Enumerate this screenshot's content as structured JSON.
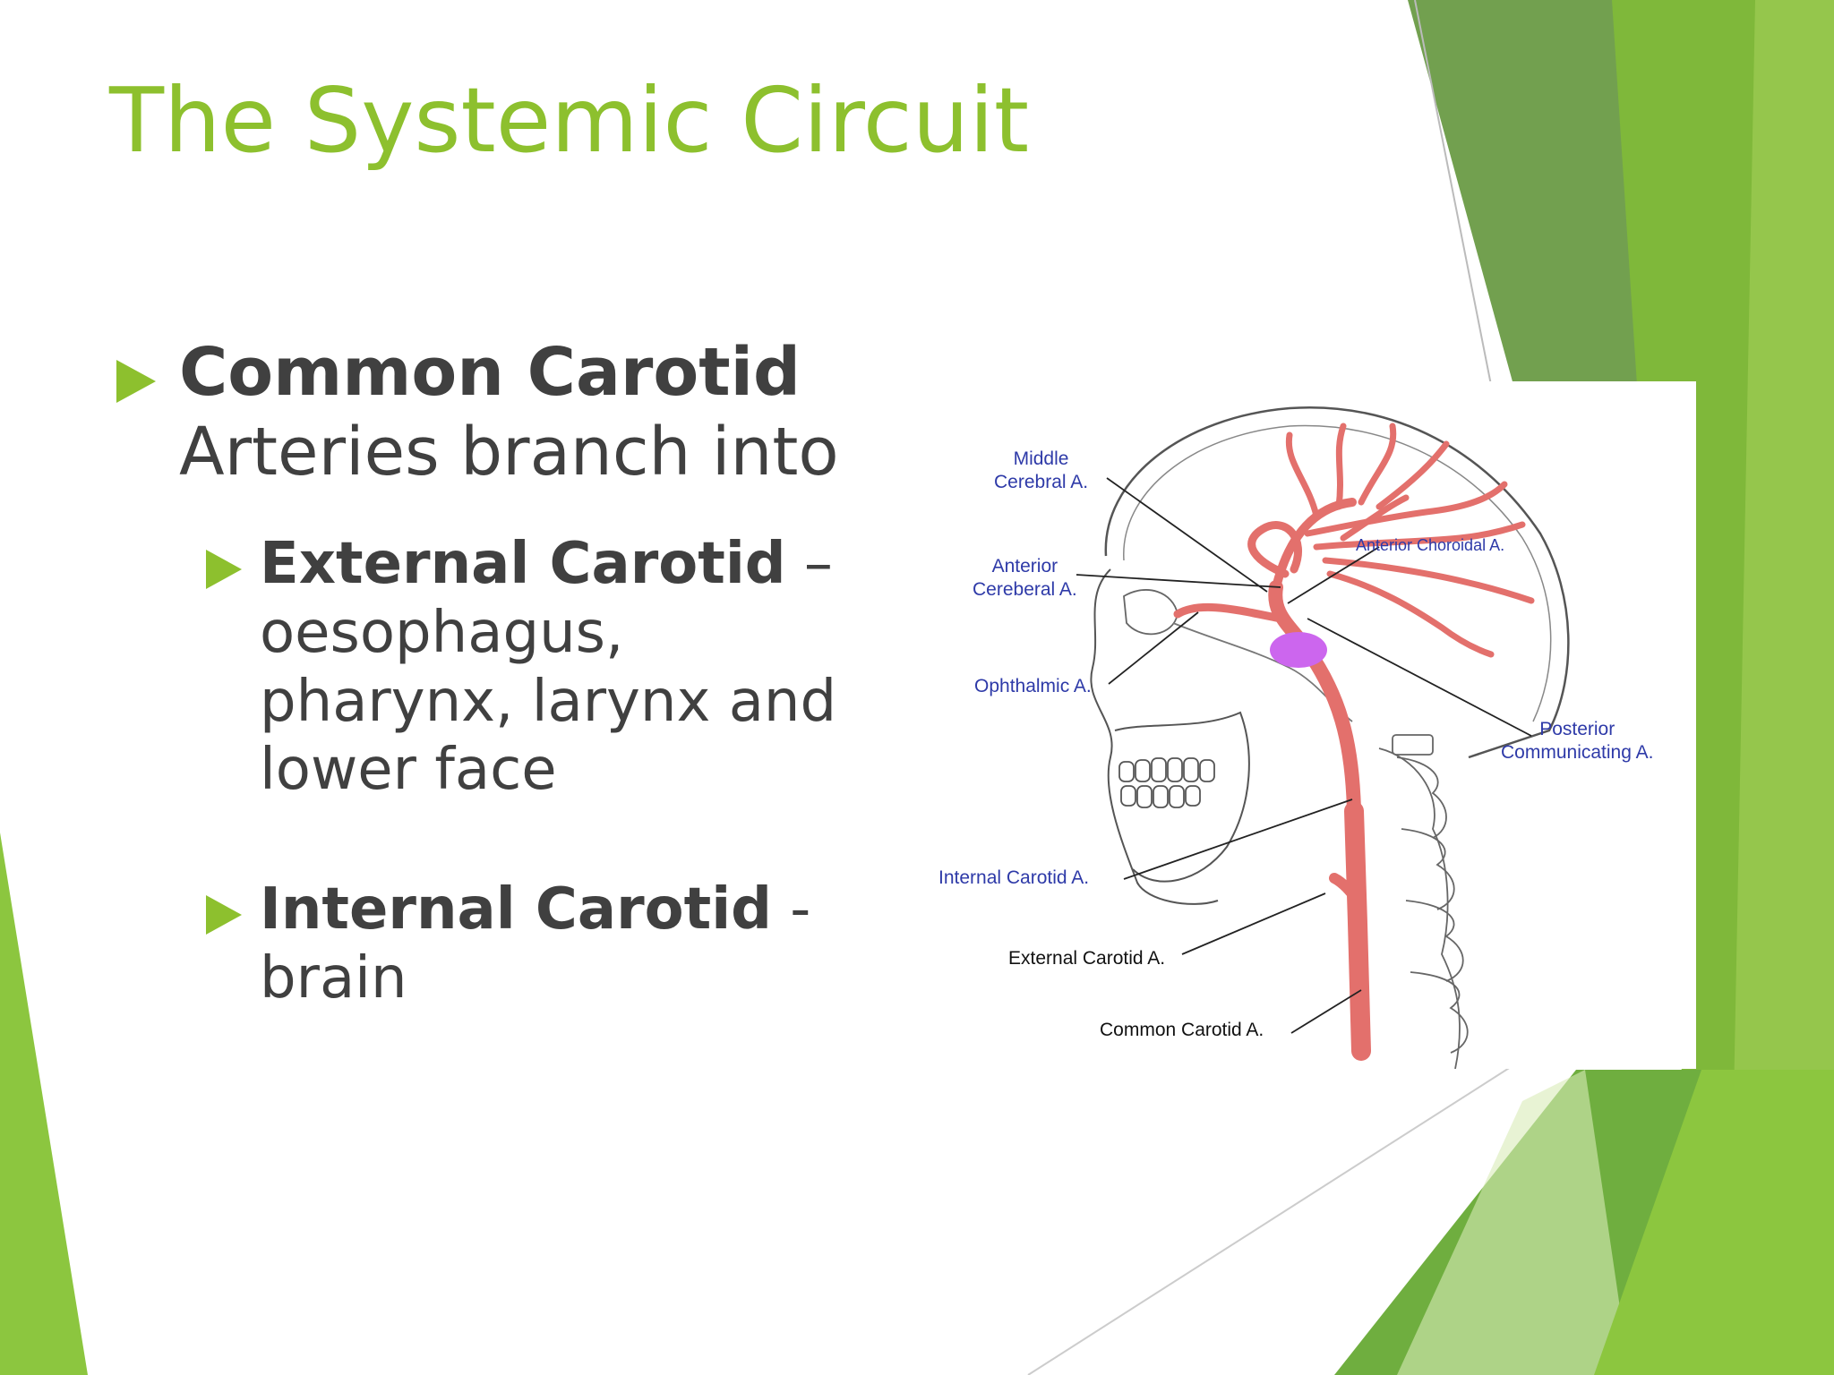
{
  "slide": {
    "title": "The Systemic Circuit",
    "accent_color": "#8dc02e",
    "text_color": "#404040"
  },
  "bullets": {
    "main": {
      "bold": "Common Carotid",
      "text": "Arteries branch into"
    },
    "external": {
      "bold": "External Carotid",
      "text": " – oesophagus, pharynx, larynx and lower face"
    },
    "internal": {
      "bold": "Internal Carotid",
      "text": " - brain"
    }
  },
  "figure": {
    "labels": {
      "middle_cerebral_1": "Middle",
      "middle_cerebral_2": "Cerebral A.",
      "anterior_choroidal": "Anterior Choroidal A.",
      "anterior_cerebral_1": "Anterior",
      "anterior_cerebral_2": "Cereberal A.",
      "ophthalmic": "Ophthalmic A.",
      "posterior_communicating_1": "Posterior",
      "posterior_communicating_2": "Communicating A.",
      "internal_carotid": "Internal Carotid A.",
      "external_carotid": "External Carotid A.",
      "common_carotid": "Common Carotid A."
    },
    "artery_color": "#e3706c",
    "highlight_color": "#cc66ee"
  }
}
